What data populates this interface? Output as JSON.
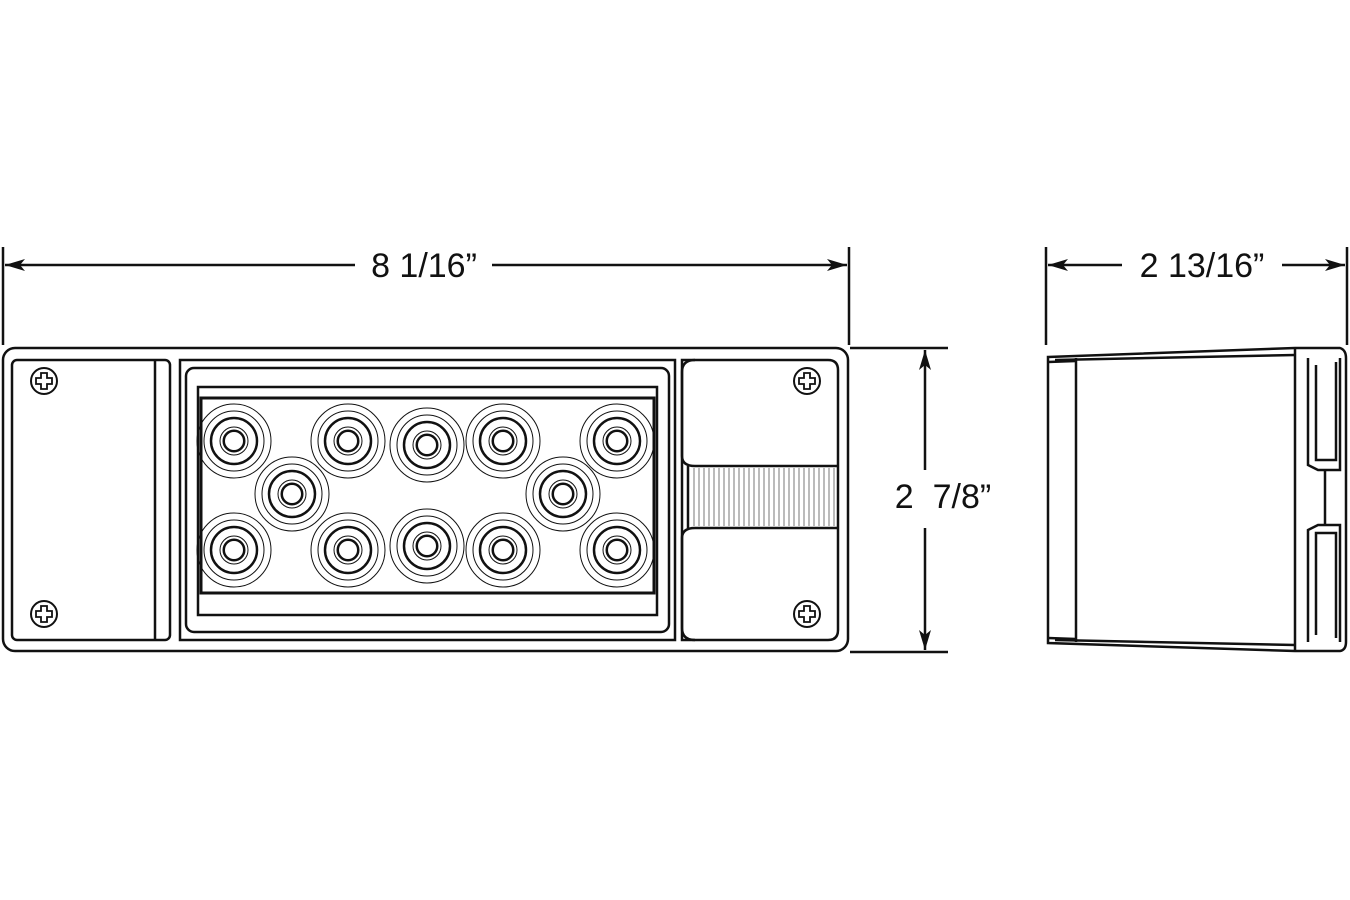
{
  "dimensions": {
    "width": "8 1/16”",
    "depth": "2 13/16”",
    "height": "2  7/8”"
  },
  "led_count": 12,
  "colors": {
    "line": "#111111",
    "background": "#ffffff"
  }
}
